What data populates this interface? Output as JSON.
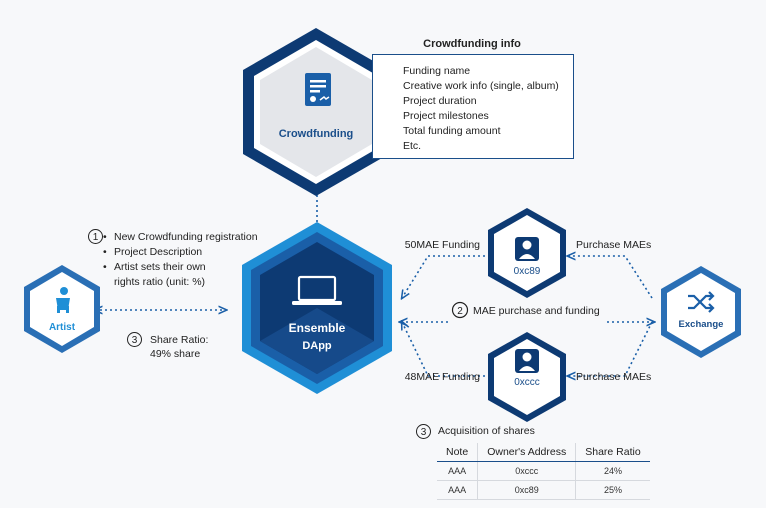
{
  "crowdfunding": {
    "label": "Crowdfunding",
    "info_title": "Crowdfunding info",
    "info_items": [
      "Funding name",
      "Creative work info (single, album)",
      "Project duration",
      "Project milestones",
      "Total funding amount",
      "Etc."
    ]
  },
  "artist": {
    "label": "Artist"
  },
  "dapp": {
    "label_line1": "Ensemble",
    "label_line2": "DApp"
  },
  "exchange": {
    "label": "Exchange"
  },
  "wallets": [
    {
      "address": "0xc89",
      "funding": "50MAE Funding",
      "purchase": "Purchase MAEs"
    },
    {
      "address": "0xccc",
      "funding": "48MAE Funding",
      "purchase": "Purchase MAEs"
    }
  ],
  "step1": {
    "number": "1",
    "items": [
      "New Crowdfunding registration",
      "Project Description",
      "Artist sets their own",
      "rights ratio (unit: %)"
    ]
  },
  "step2": {
    "number": "2",
    "text": "MAE purchase and funding"
  },
  "step3_left": {
    "number": "3",
    "line1": "Share Ratio:",
    "line2": "49% share"
  },
  "step3_right": {
    "number": "3",
    "title": "Acquisition of shares",
    "headers": [
      "Note",
      "Owner's Address",
      "Share Ratio"
    ],
    "rows": [
      [
        "AAA",
        "0xccc",
        "24%"
      ],
      [
        "AAA",
        "0xc89",
        "25%"
      ]
    ]
  },
  "colors": {
    "dark_blue": "#0d3a73",
    "mid_blue": "#1a5fa8",
    "accent_blue": "#1f8fd6",
    "outline_blue": "#2a6fb5"
  }
}
